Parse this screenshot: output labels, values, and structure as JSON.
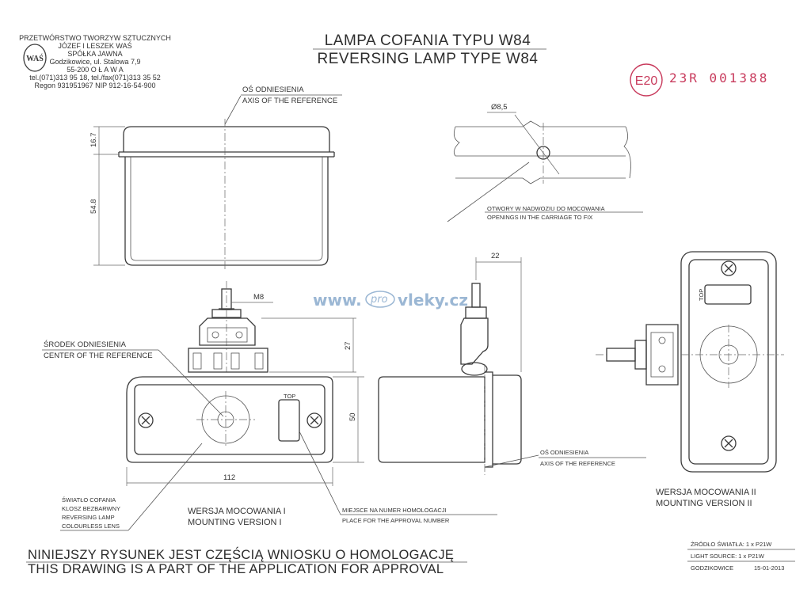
{
  "company": {
    "name_lines": [
      "PRZETWÓRSTWO TWORZYW SZTUCZNYCH",
      "JÓZEF I LESZEK WAŚ",
      "SPÓŁKA JAWNA",
      "Godzikowice, ul. Stalowa 7,9",
      "55-200  O Ł A W A",
      "tel.(071)313 95 18, tel./fax(071)313 35 52",
      "Regon 931951967 NIP 912-16-54-900"
    ],
    "logo_text": "WAŚ"
  },
  "title": {
    "line_pl": "LAMPA COFANIA TYPU W84",
    "line_en": "REVERSING LAMP TYPE W84"
  },
  "approval_stamp": {
    "mark": "E20",
    "number": "23R   001388"
  },
  "watermark": {
    "prefix": "www.",
    "middle": "pro",
    "suffix": "vleky.cz"
  },
  "top_view": {
    "axis_label_pl": "OŚ ODNIESIENIA",
    "axis_label_en": "AXIS OF THE REFERENCE",
    "dim_top": "16.7",
    "dim_height": "54.8"
  },
  "hole_detail": {
    "diameter": "Ø8,5",
    "note_pl": "OTWORY W NADWOZIU DO MOCOWANIA",
    "note_en": "OPENINGS IN THE CARRIAGE TO FIX"
  },
  "front_view": {
    "thread": "M8",
    "dim_27": "27",
    "dim_50": "50",
    "dim_112": "112",
    "center_pl": "ŚRODEK ODNIESIENIA",
    "center_en": "CENTER OF THE REFERENCE",
    "top_mark": "TOP",
    "lens_lines": [
      "ŚWIATŁO COFANIA",
      "KLOSZ BEZBARWNY",
      "REVERSING LAMP",
      "COLOURLESS LENS"
    ],
    "version_pl": "WERSJA MOCOWANIA I",
    "version_en": "MOUNTING VERSION I",
    "approval_place_pl": "MIEJSCE NA NUMER HOMOLOGACJI",
    "approval_place_en": "PLACE FOR THE APPROVAL NUMBER"
  },
  "side_view": {
    "dim_22": "22",
    "axis_label_pl": "OŚ ODNIESIENIA",
    "axis_label_en": "AXIS OF THE REFERENCE"
  },
  "version_two": {
    "top_mark": "TOP",
    "label_pl": "WERSJA MOCOWANIA II",
    "label_en": "MOUNTING VERSION II"
  },
  "footer": {
    "statement_pl": "NINIEJSZY RYSUNEK JEST CZĘŚCIĄ WNIOSKU O  HOMOLOGACJĘ",
    "statement_en": "THIS DRAWING IS A PART OF THE APPLICATION FOR  APPROVAL",
    "light_source_pl": "ŻRÓDŁO ŚWIATŁA:  1 x P21W",
    "light_source_en": "LIGHT SOURCE: 1 x P21W",
    "place": "GODZIKOWICE",
    "date": "15-01-2013"
  },
  "colors": {
    "ink": "#3a3a3a",
    "stamp": "#c83a5c",
    "watermark": "#9bb7d4"
  }
}
